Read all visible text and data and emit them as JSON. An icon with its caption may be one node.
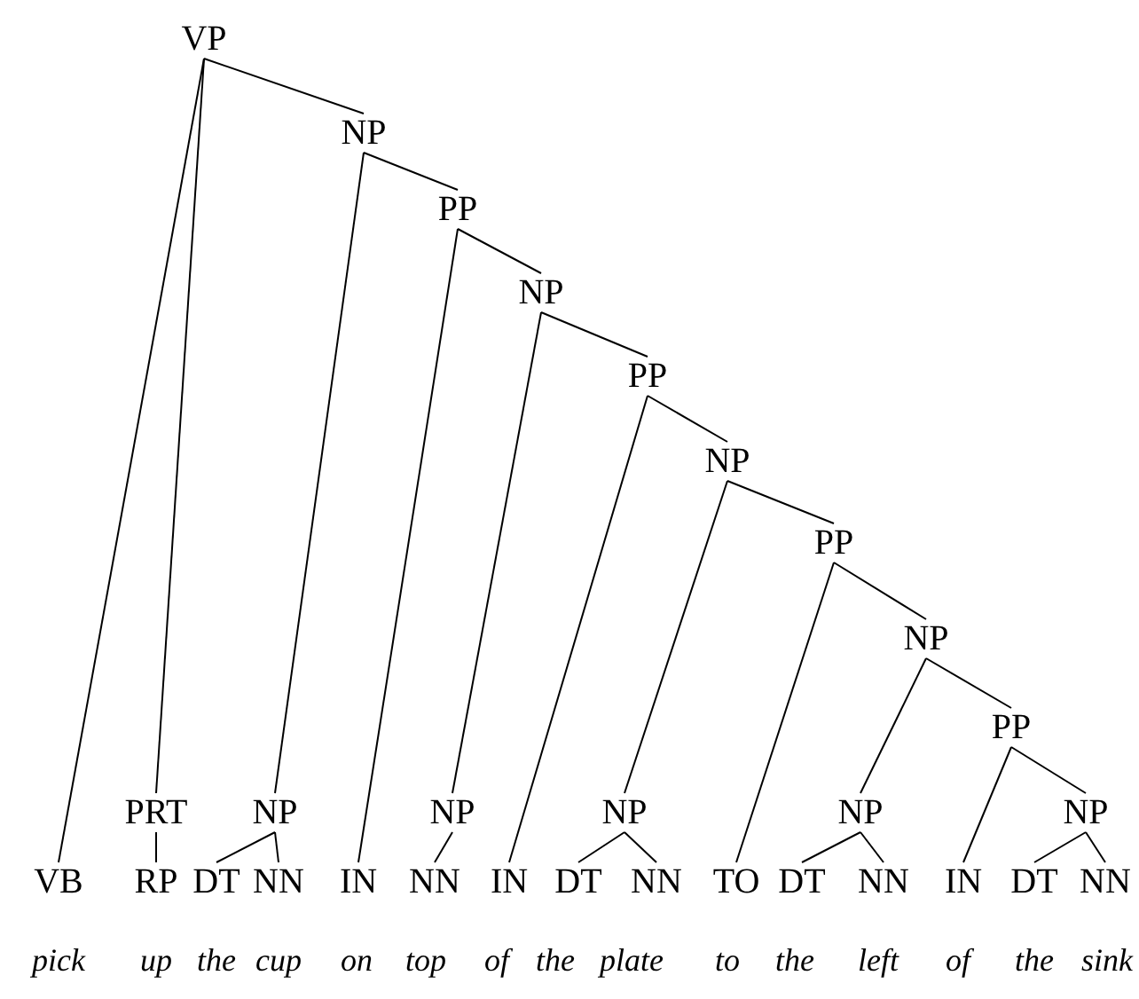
{
  "diagram": {
    "nodes": [
      {
        "text": [
          "VP"
        ]
      },
      {
        "text": [
          "NP"
        ]
      },
      {
        "text": [
          "PP"
        ]
      },
      {
        "text": [
          "NP"
        ]
      },
      {
        "text": [
          "PP"
        ]
      },
      {
        "text": [
          "NP"
        ]
      },
      {
        "text": [
          "PP"
        ]
      },
      {
        "text": [
          "NP"
        ]
      },
      {
        "text": [
          "PP"
        ]
      },
      {
        "text": [
          "PRT"
        ]
      },
      {
        "text": [
          "NP"
        ]
      },
      {
        "text": [
          "NP"
        ]
      },
      {
        "text": [
          "NP"
        ]
      },
      {
        "text": [
          "NP"
        ]
      },
      {
        "text": [
          "NP"
        ]
      },
      {
        "text": [
          "VB"
        ],
        "beside": [
          "pick"
        ]
      },
      {
        "text": [
          "RP"
        ],
        "beside": [
          "up"
        ]
      },
      {
        "text": [
          "DT"
        ],
        "beside": [
          "the"
        ]
      },
      {
        "text": [
          "NN"
        ],
        "beside": [
          "cup"
        ]
      },
      {
        "text": [
          "IN"
        ],
        "beside": [
          "on"
        ]
      },
      {
        "text": [
          "NN"
        ],
        "beside": [
          "top"
        ]
      },
      {
        "text": [
          "IN"
        ],
        "beside": [
          "of"
        ]
      },
      {
        "text": [
          "DT"
        ],
        "beside": [
          "the"
        ]
      },
      {
        "text": [
          "NN"
        ],
        "beside": [
          "plate"
        ]
      },
      {
        "text": [
          "TO"
        ],
        "beside": [
          "to"
        ]
      },
      {
        "text": [
          "DT"
        ],
        "beside": [
          "the"
        ]
      },
      {
        "text": [
          "NN"
        ],
        "beside": [
          "left"
        ]
      },
      {
        "text": [
          "IN"
        ],
        "beside": [
          "of"
        ]
      },
      {
        "text": [
          "DT"
        ],
        "beside": [
          "the"
        ]
      },
      {
        "text": [
          "NN"
        ],
        "beside": [
          "sink"
        ]
      }
    ],
    "edges": [
      {
        "from": 0,
        "to": 15,
        "arrow": "none"
      },
      {
        "from": 0,
        "to": 9,
        "arrow": "none"
      },
      {
        "from": 0,
        "to": 1,
        "arrow": "none"
      },
      {
        "from": 1,
        "to": 10,
        "arrow": "none"
      },
      {
        "from": 1,
        "to": 2,
        "arrow": "none"
      },
      {
        "from": 2,
        "to": 19,
        "arrow": "none"
      },
      {
        "from": 2,
        "to": 3,
        "arrow": "none"
      },
      {
        "from": 3,
        "to": 11,
        "arrow": "none"
      },
      {
        "from": 3,
        "to": 4,
        "arrow": "none"
      },
      {
        "from": 4,
        "to": 21,
        "arrow": "none"
      },
      {
        "from": 4,
        "to": 5,
        "arrow": "none"
      },
      {
        "from": 5,
        "to": 12,
        "arrow": "none"
      },
      {
        "from": 5,
        "to": 6,
        "arrow": "none"
      },
      {
        "from": 6,
        "to": 24,
        "arrow": "none"
      },
      {
        "from": 6,
        "to": 7,
        "arrow": "none"
      },
      {
        "from": 7,
        "to": 13,
        "arrow": "none"
      },
      {
        "from": 7,
        "to": 8,
        "arrow": "none"
      },
      {
        "from": 8,
        "to": 27,
        "arrow": "none"
      },
      {
        "from": 8,
        "to": 14,
        "arrow": "none"
      },
      {
        "from": 9,
        "to": 16,
        "arrow": "none"
      },
      {
        "from": 10,
        "to": 17,
        "arrow": "none"
      },
      {
        "from": 10,
        "to": 18,
        "arrow": "none"
      },
      {
        "from": 11,
        "to": 20,
        "arrow": "none"
      },
      {
        "from": 12,
        "to": 22,
        "arrow": "none"
      },
      {
        "from": 12,
        "to": 23,
        "arrow": "none"
      },
      {
        "from": 13,
        "to": 25,
        "arrow": "none"
      },
      {
        "from": 13,
        "to": 26,
        "arrow": "none"
      },
      {
        "from": 14,
        "to": 28,
        "arrow": "none"
      },
      {
        "from": 14,
        "to": 29,
        "arrow": "none"
      }
    ]
  }
}
